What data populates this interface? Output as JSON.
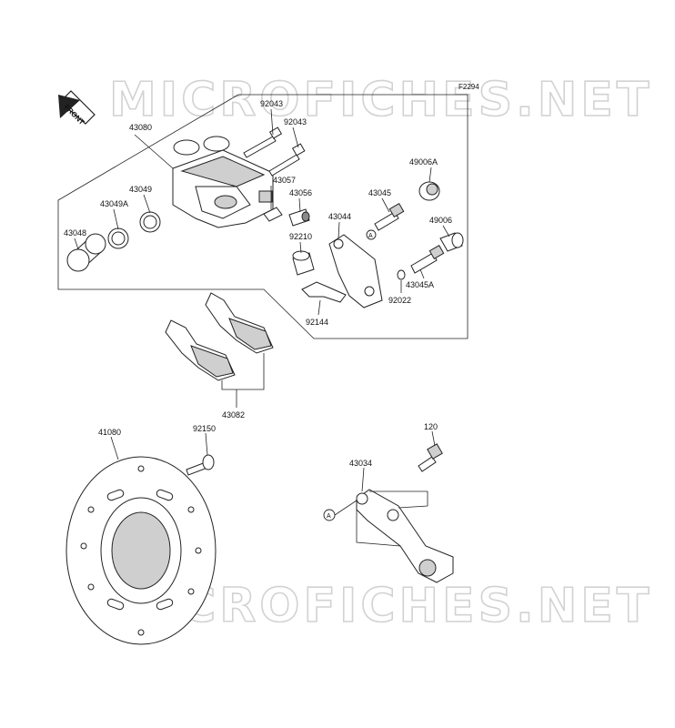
{
  "figure_code": "F2294",
  "front_label": "FRONT",
  "watermarks": [
    "MICROFICHES.NET",
    "MICROFICHES.NET"
  ],
  "ref_mark": "A",
  "parts": {
    "p43080": "43080",
    "p92043a": "92043",
    "p92043b": "92043",
    "p43049": "43049",
    "p43049A": "43049A",
    "p43048": "43048",
    "p43057": "43057",
    "p43056": "43056",
    "p49006A": "49006A",
    "p43045": "43045",
    "p43044": "43044",
    "p49006": "49006",
    "p92210": "92210",
    "p43045A": "43045A",
    "p92022": "92022",
    "p92144": "92144",
    "p43082": "43082",
    "p41080": "41080",
    "p92150": "92150",
    "p120": "120",
    "p43034": "43034"
  }
}
